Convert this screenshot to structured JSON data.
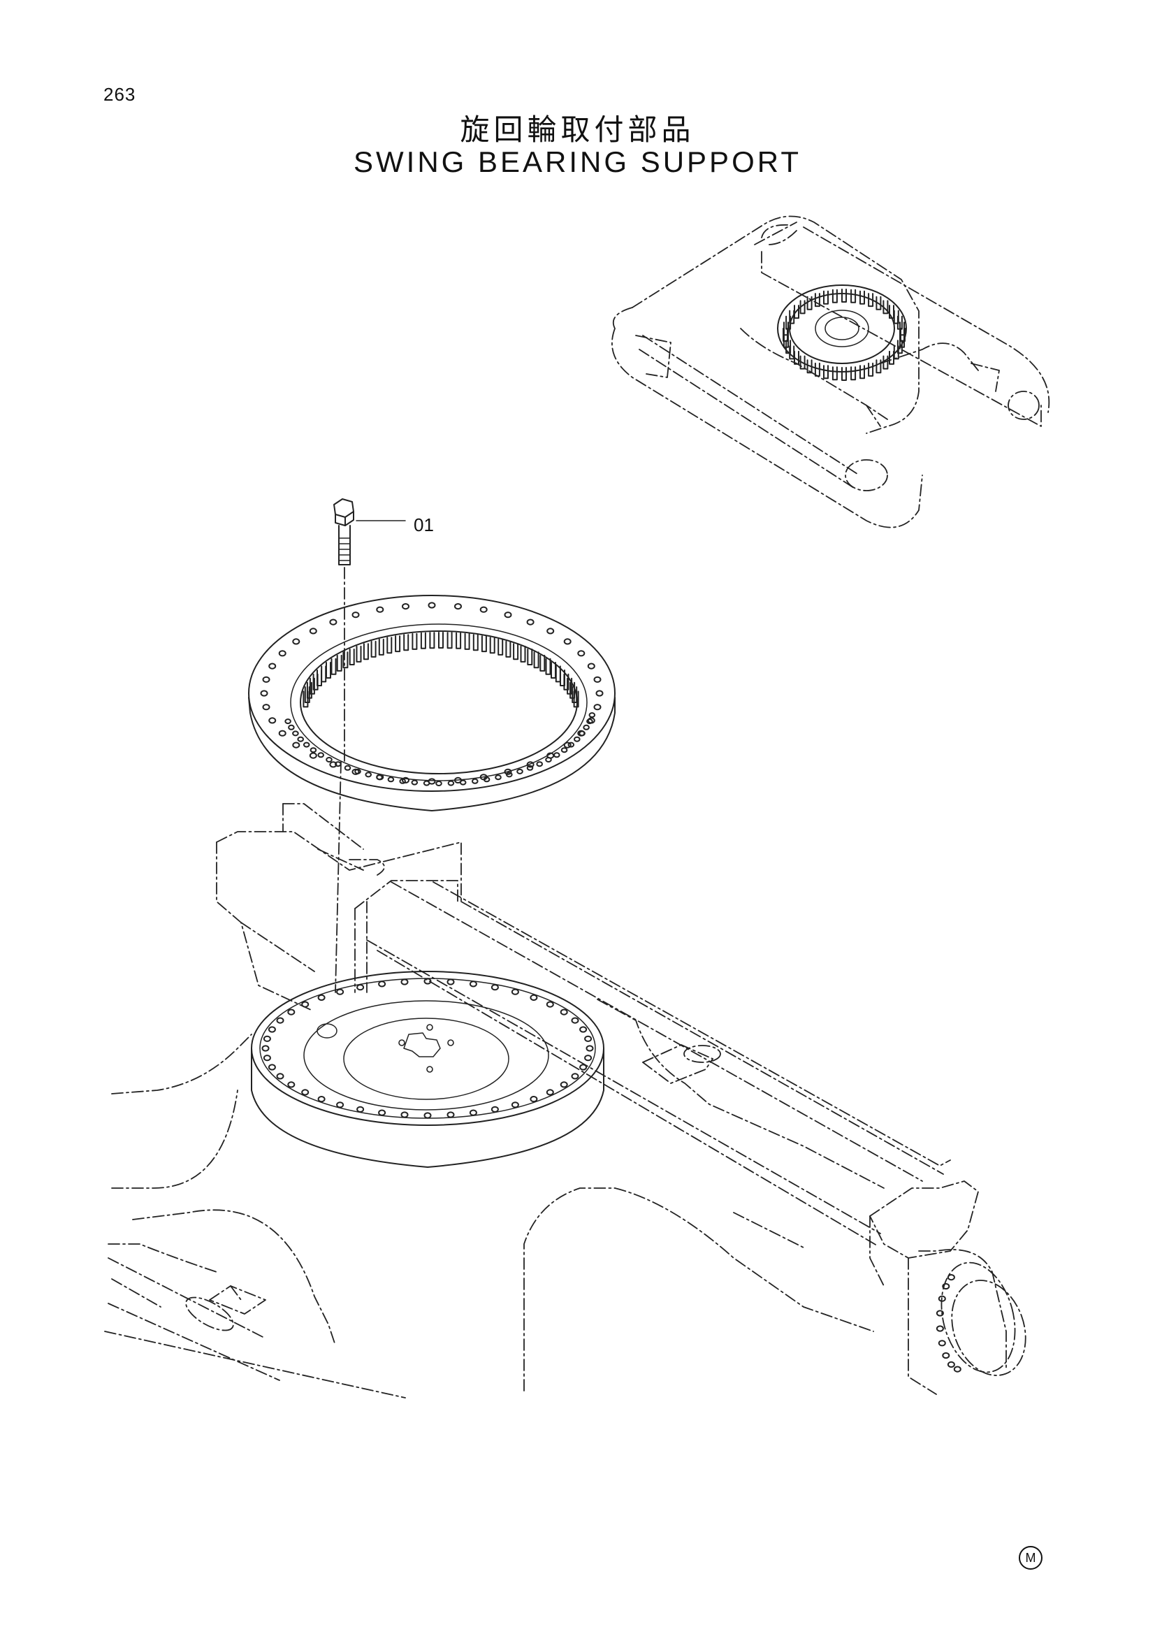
{
  "page": {
    "number": "263",
    "title_jp": "旋回輪取付部品",
    "title_en": "SWING BEARING SUPPORT",
    "maker_mark": "M"
  },
  "callouts": [
    {
      "label": "01",
      "part": "bolt"
    }
  ],
  "icons": {
    "maker_mark": "circled-m-icon"
  }
}
